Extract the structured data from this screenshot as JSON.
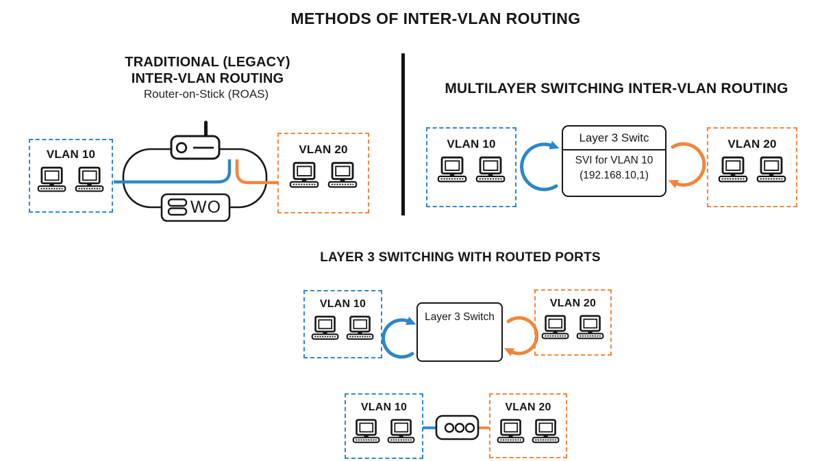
{
  "title": "METHODS OF INTER-VLAN ROUTING",
  "colors": {
    "blue": "#2e86c6",
    "orange": "#f0863c",
    "ink": "#161616"
  },
  "traditional": {
    "title_line1": "TRADITIONAL (LEGACY)",
    "title_line2": "INTER-VLAN ROUTING",
    "subtitle": "Router-on-Stick (ROAS)",
    "vlan10": "VLAN 10",
    "vlan20": "VLAN 20",
    "switch_text": "WO"
  },
  "multilayer": {
    "title": "MULTILAYER SWITCHING INTER-VLAN ROUTING",
    "vlan10": "VLAN 10",
    "vlan20": "VLAN 20",
    "switch_title": "Layer 3 Switc",
    "svi_line1": "SVI for VLAN 10",
    "svi_line2": "(192.168.10,1)"
  },
  "routed": {
    "title": "LAYER 3 SWITCHING WITH ROUTED PORTS",
    "switch_label": "Layer 3 Switch",
    "top": {
      "vlan10": "VLAN 10",
      "vlan20": "VLAN 20"
    },
    "bottom": {
      "vlan10": "VLAN 10",
      "vlan20": "VLAN 20"
    }
  }
}
